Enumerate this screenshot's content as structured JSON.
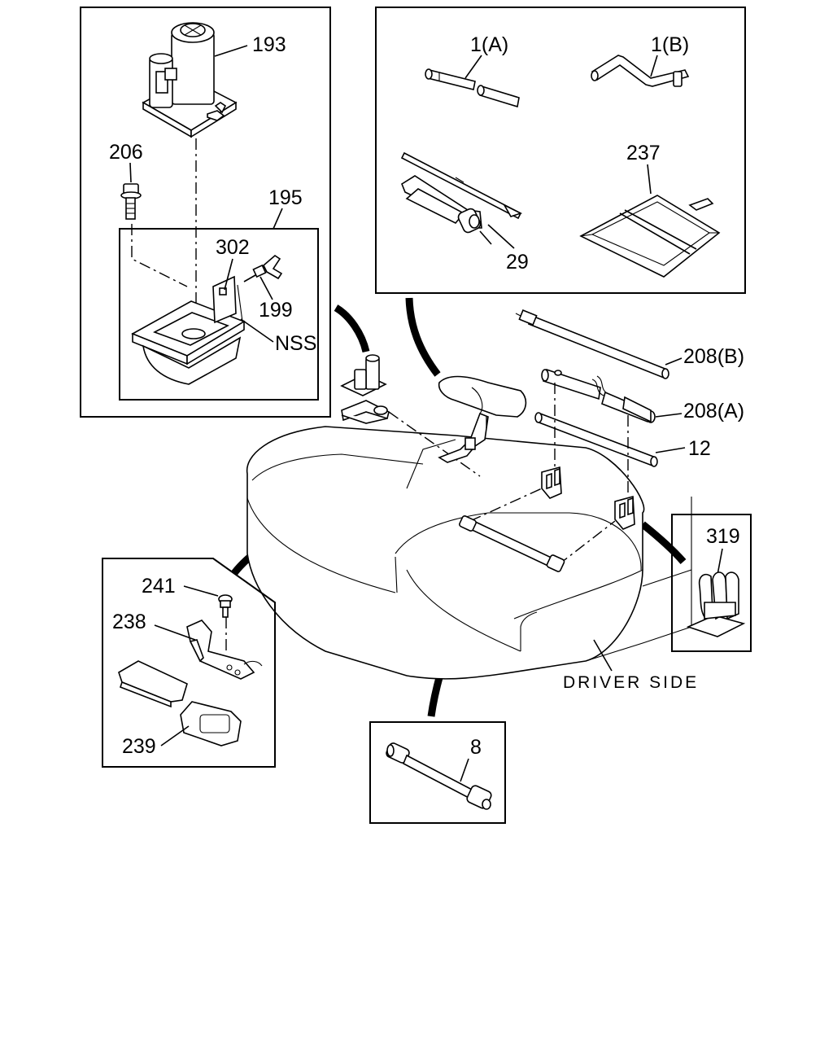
{
  "labels": {
    "p193": "193",
    "p206": "206",
    "p195": "195",
    "p302": "302",
    "p199": "199",
    "nss": "NSS",
    "p1a": "1(A)",
    "p1b": "1(B)",
    "p237": "237",
    "p29": "29",
    "p208b": "208(B)",
    "p208a": "208(A)",
    "p12": "12",
    "p319": "319",
    "p241": "241",
    "p238": "238",
    "p239": "239",
    "p8": "8",
    "driver_side": "DRIVER SIDE"
  },
  "icons": {
    "bottle_jack": "bottle-jack-icon",
    "jack_tray": "jack-tray-icon",
    "flange_bolt": "flange-bolt-icon",
    "wing_bolt": "wing-bolt-icon",
    "jack_handle": "jack-handle-icon",
    "wrench": "wheel-nut-wrench-icon",
    "tool_bag": "tool-bag-icon",
    "rear_seat": "rear-seat-icon",
    "bracket": "bracket-icon",
    "clip": "clip-icon",
    "screw": "screw-icon",
    "strap": "strap-icon",
    "extension_bar": "extension-bar-icon",
    "socket_wrench": "socket-wrench-icon"
  },
  "colors": {
    "line": "#000000",
    "background": "#ffffff"
  }
}
